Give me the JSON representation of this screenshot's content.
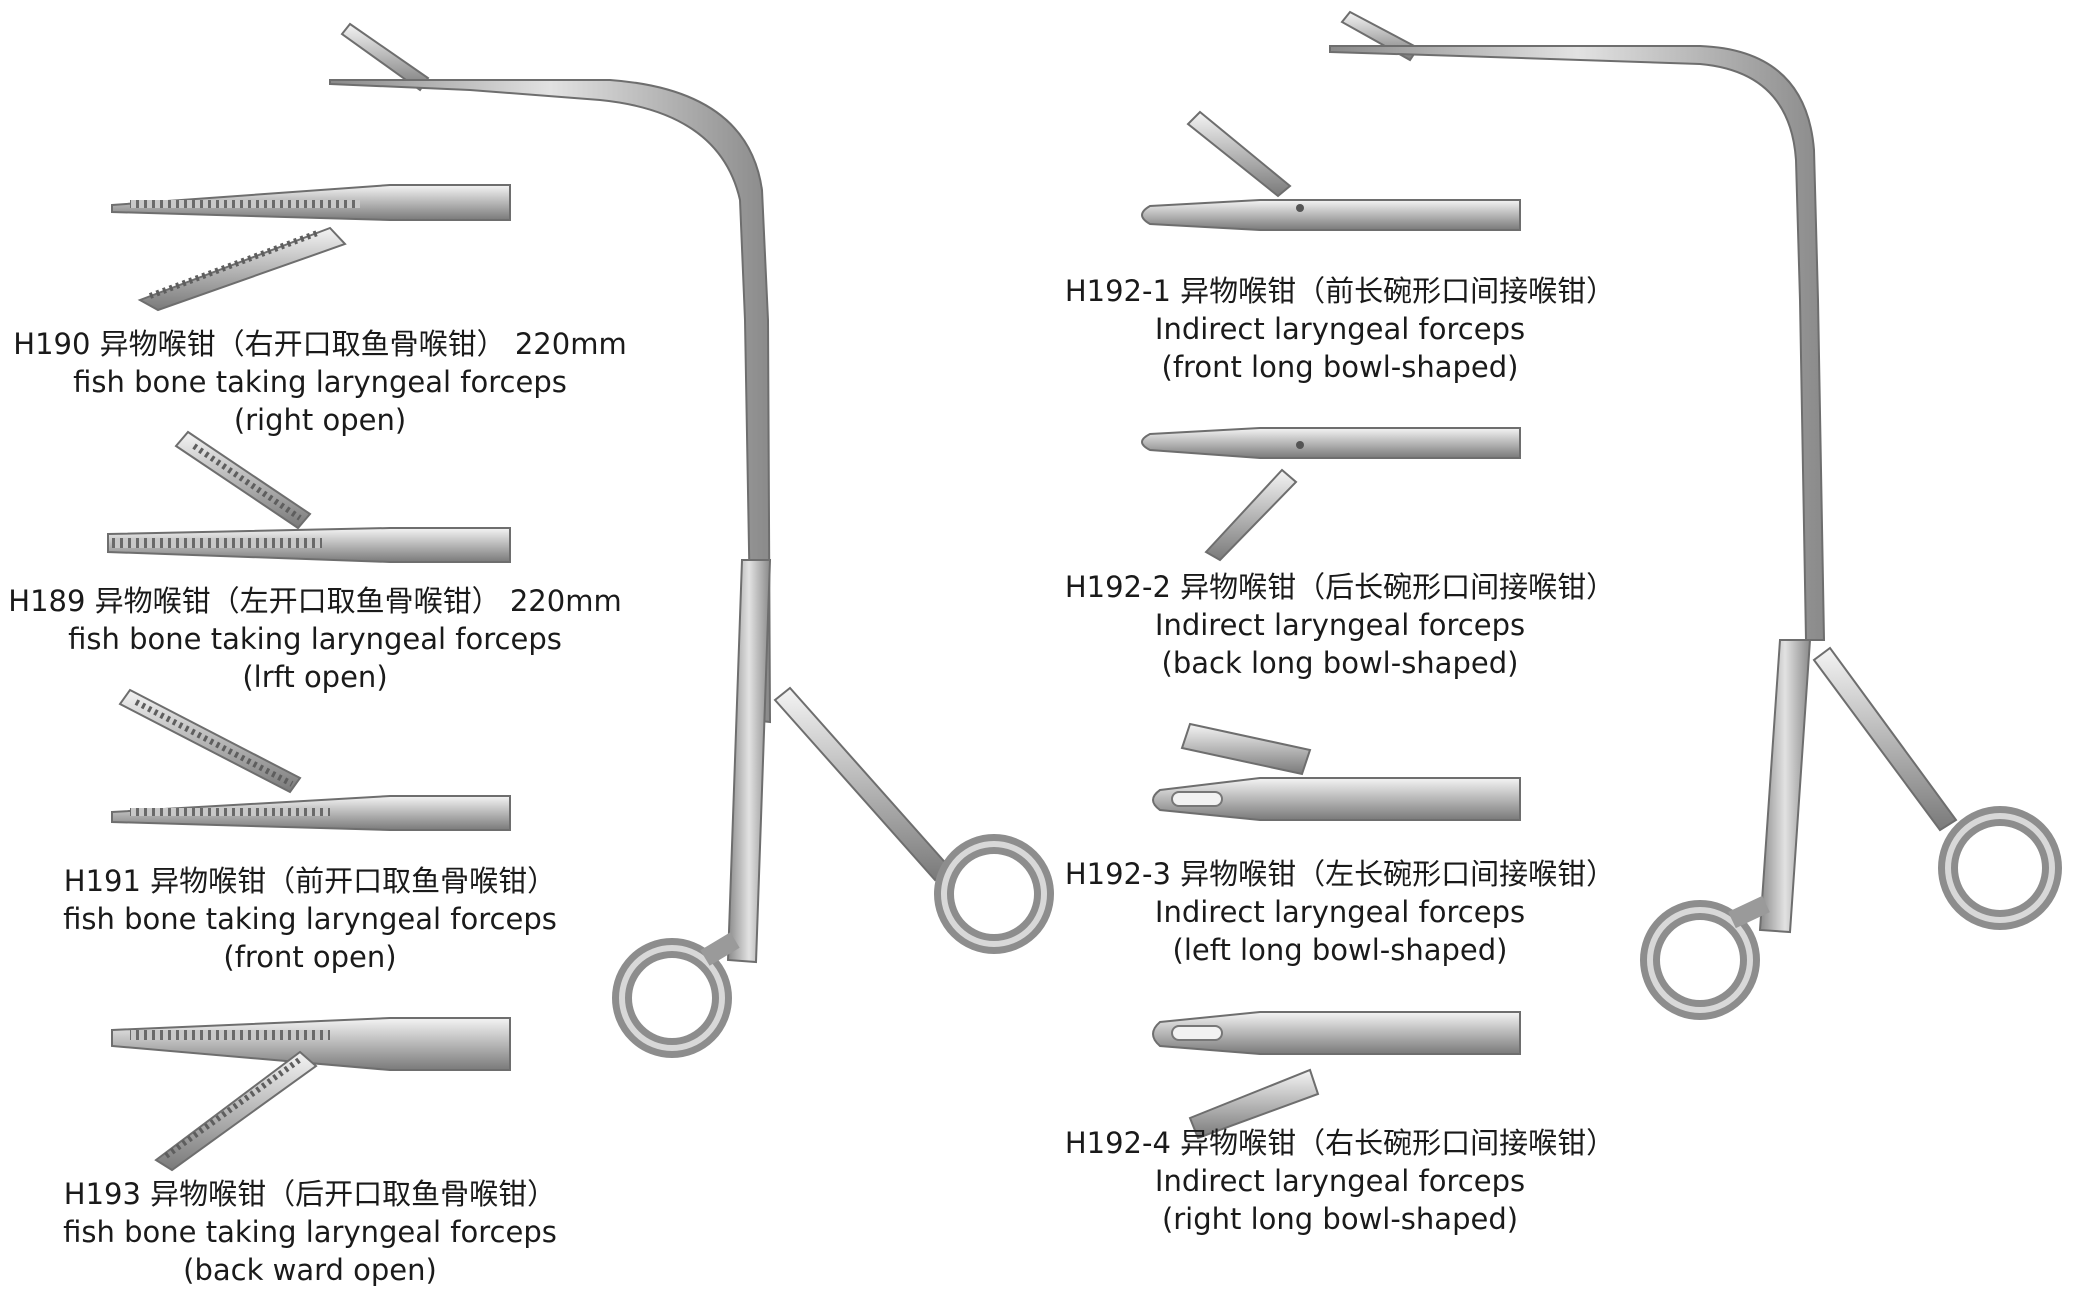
{
  "products": [
    {
      "id": "h190",
      "code_cn": "H190  异物喉钳（右开口取鱼骨喉钳）  220mm",
      "name_en": "fish bone taking laryngeal forceps",
      "detail": "(right open)"
    },
    {
      "id": "h189",
      "code_cn": "H189  异物喉钳（左开口取鱼骨喉钳）  220mm",
      "name_en": "fish bone taking laryngeal forceps",
      "detail": "(lrft open)"
    },
    {
      "id": "h191",
      "code_cn": "H191  异物喉钳（前开口取鱼骨喉钳）",
      "name_en": "fish bone taking laryngeal forceps",
      "detail": "(front open)"
    },
    {
      "id": "h193",
      "code_cn": "H193  异物喉钳（后开口取鱼骨喉钳）",
      "name_en": "fish bone taking laryngeal forceps",
      "detail": "(back ward open)"
    },
    {
      "id": "h192-1",
      "code_cn": "H192-1  异物喉钳（前长碗形口间接喉钳）",
      "name_en": "Indirect laryngeal forceps",
      "detail": "(front long bowl-shaped)"
    },
    {
      "id": "h192-2",
      "code_cn": "H192-2  异物喉钳（后长碗形口间接喉钳）",
      "name_en": "Indirect laryngeal forceps",
      "detail": "(back long bowl-shaped)"
    },
    {
      "id": "h192-3",
      "code_cn": "H192-3  异物喉钳（左长碗形口间接喉钳）",
      "name_en": "Indirect laryngeal forceps",
      "detail": "(left long bowl-shaped)"
    },
    {
      "id": "h192-4",
      "code_cn": "H192-4  异物喉钳（右长碗形口间接喉钳）",
      "name_en": "Indirect laryngeal forceps",
      "detail": "(right long bowl-shaped)"
    }
  ],
  "colors": {
    "steel_light": "#e9e9e9",
    "steel_mid": "#b4b4b4",
    "steel_dark": "#6e6e6e",
    "text": "#1a1a1a"
  },
  "images": [
    "laryngeal-forceps-full-view",
    "serrated-jaw-tip-closeup",
    "bowl-shaped-jaw-tip-closeup"
  ]
}
